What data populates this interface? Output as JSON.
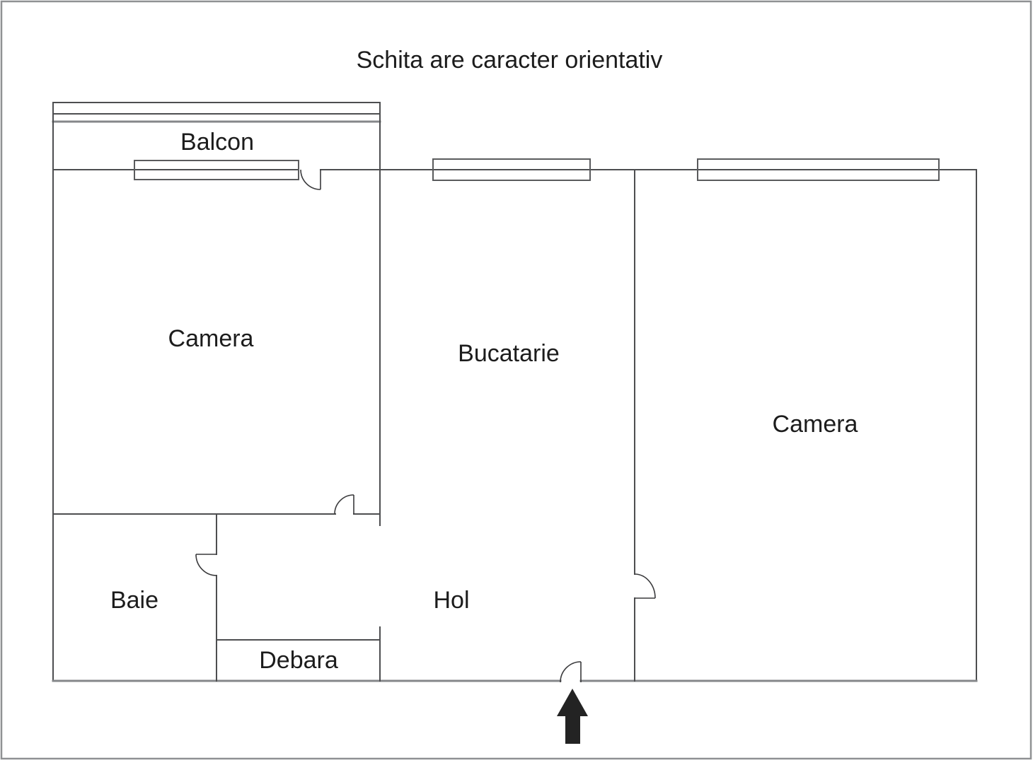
{
  "title": "Schita are caracter orientativ",
  "rooms": {
    "balcon": {
      "label": "Balcon"
    },
    "camera_left": {
      "label": "Camera"
    },
    "bucatarie": {
      "label": "Bucatarie"
    },
    "camera_right": {
      "label": "Camera"
    },
    "baie": {
      "label": "Baie"
    },
    "hol": {
      "label": "Hol"
    },
    "debara": {
      "label": "Debara"
    }
  },
  "entrance": {
    "icon": "arrow-up-icon"
  },
  "colors": {
    "wall": "#4d4e50",
    "wall_light": "#85878a",
    "frame": "#8f9193",
    "text": "#1c1c1c",
    "arrow": "#232323",
    "background": "#ffffff"
  }
}
